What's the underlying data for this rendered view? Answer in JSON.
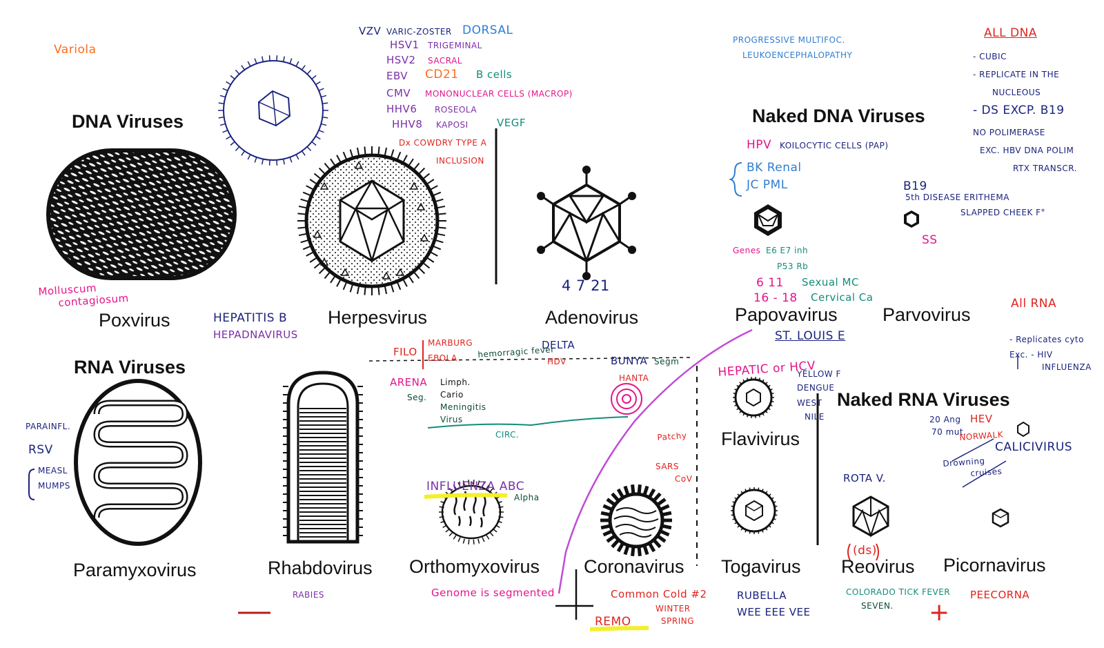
{
  "colors": {
    "ink": "#111111",
    "navy": "#1a237e",
    "blue": "#2f7dd1",
    "red": "#e0231e",
    "magenta": "#e4148a",
    "orange": "#ff6a1a",
    "purple": "#7b2fa8",
    "teal": "#118c7a",
    "darkgreen": "#0b4a3a",
    "violet_line": "#c04bd8",
    "yellow_hl": "#f4ef2a"
  },
  "headings": {
    "dna": "DNA Viruses",
    "rna": "RNA Viruses",
    "naked_dna": "Naked DNA Viruses",
    "naked_rna": "Naked RNA Viruses"
  },
  "virus_labels": {
    "poxvirus": "Poxvirus",
    "herpesvirus": "Herpesvirus",
    "adenovirus": "Adenovirus",
    "papovavirus": "Papovavirus",
    "parvovirus": "Parvovirus",
    "paramyxovirus": "Paramyxovirus",
    "rhabdovirus": "Rhabdovirus",
    "orthomyxovirus": "Orthomyxovirus",
    "coronavirus": "Coronavirus",
    "flavivirus": "Flavivirus",
    "togavirus": "Togavirus",
    "reovirus": "Reovirus",
    "picornavirus": "Picornavirus"
  },
  "notes": {
    "variola": "Variola",
    "molluscum": "Molluscum",
    "contagiosum": "contagiosum",
    "hepatitis_b": "HEPATITIS B",
    "hepadnavirus": "HEPADNAVIRUS",
    "herpes_list": [
      {
        "code": "VZV",
        "desc": "VARIC-ZOSTER",
        "extra": "DORSAL"
      },
      {
        "code": "HSV1",
        "desc": "TRIGEMINAL",
        "extra": ""
      },
      {
        "code": "HSV2",
        "desc": "SACRAL",
        "extra": ""
      },
      {
        "code": "EBV",
        "desc": "CD21",
        "extra": "B cells"
      },
      {
        "code": "CMV",
        "desc": "MONONUCLEAR CELLS (MACROP)",
        "extra": ""
      },
      {
        "code": "HHV6",
        "desc": "ROSEOLA",
        "extra": ""
      },
      {
        "code": "HHV8",
        "desc": "KAPOSI",
        "extra": "VEGF"
      }
    ],
    "cowdry": "Dx COWDRY TYPE A",
    "inclusion": "INCLUSION",
    "adeno_serotypes": "4  7  21",
    "pml_1": "PROGRESSIVE MULTIFOC.",
    "pml_2": "LEUKOENCEPHALOPATHY",
    "all_dna": "ALL DNA",
    "dna_props": [
      "- CUBIC",
      "- REPLICATE IN THE",
      "NUCLEOUS",
      "- DS  EXCP. B19",
      "NO POLIMERASE",
      "EXC. HBV DNA POLIM",
      "RTX TRANSCR."
    ],
    "hpv": "HPV",
    "koilocytic": "KOILOCYTIC CELLS (PAP)",
    "bk": "BK  Renal",
    "jc": "JC  PML",
    "b19": "B19",
    "fifth_disease": "5th DISEASE ERITHEMA",
    "slapped_cheek": "SLAPPED CHEEK F°",
    "ss": "SS",
    "genes": "Genes",
    "e6e7": "E6 E7 inh",
    "p53rb": "P53  Rb",
    "hpv_611": "6 11",
    "sexual_mc": "Sexual MC",
    "hpv_1618": "16 - 18",
    "cervical_ca": "Cervical Ca",
    "st_louis": "ST. LOUIS E",
    "all_rna": "All RNA",
    "rna_props": [
      "- Replicates cyto",
      "Exc. - HIV",
      "INFLUENZA"
    ],
    "filo": "FILO",
    "marburg": "MARBURG",
    "ebola": "EBOLA",
    "hemorrhagic": "hemorragic fever",
    "delta": "DELTA",
    "hdv": "HDV",
    "bunya": "BUNYA",
    "bunya_seg": "Segm",
    "hanta": "HANTA",
    "arena": "ARENA",
    "arena_seg": "Seg.",
    "lcmv": [
      "Limph.",
      "Cario",
      "Meningitis",
      "Virus"
    ],
    "circ": "CIRC.",
    "hepatic": "HEPATIC  or  HCV",
    "flavi_list": [
      "YELLOW F",
      "DENGUE",
      "WEST",
      "NILE"
    ],
    "patchy": "Patchy",
    "sars": "SARS",
    "cov": "CoV",
    "parainfl": "PARAINFL.",
    "rsv": "RSV",
    "measles": "MEASL",
    "mumps": "MUMPS",
    "rabies": "RABIES",
    "influenza": "INFLUENZA  ABC",
    "alpha": "Alpha",
    "genome_segmented": "Genome is segmented",
    "coronavirus_note": "Common Cold #2",
    "winter": "WINTER",
    "spring": "SPRING",
    "remo": "REMO",
    "rubella": "RUBELLA",
    "wee": "WEE  EEE  VEE",
    "rota": "ROTA V.",
    "ds": "(ds)",
    "colorado": "COLORADO TICK FEVER",
    "seven": "SEVEN.",
    "twenty": "20 Ang",
    "twenty_b": "70 mut.",
    "hev": "HEV",
    "norwalk": "NORWALK",
    "drowning": "Drowning",
    "cruise": "cruises",
    "calicivirus": "CALICIVIRUS",
    "peecorna": "PEECORNA",
    "plus": "+",
    "minus": "—"
  }
}
